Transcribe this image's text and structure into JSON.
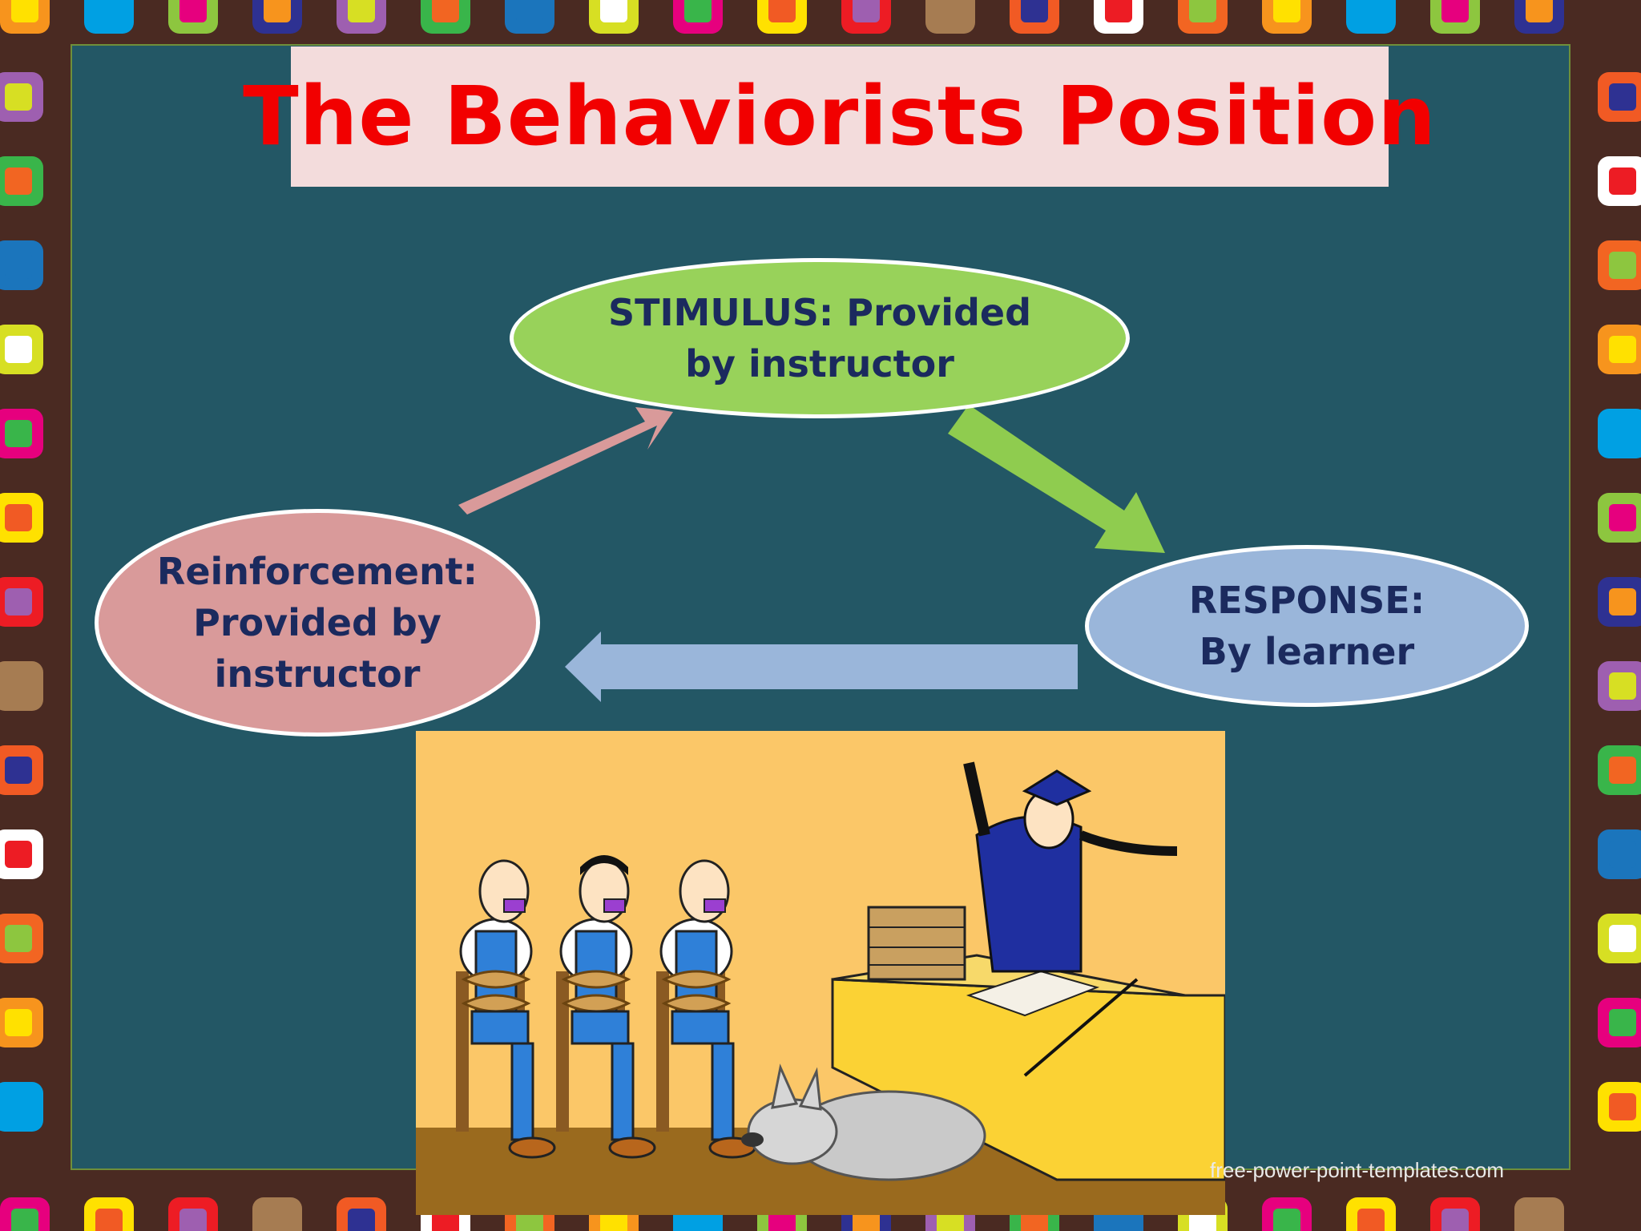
{
  "slide": {
    "title": "The Behaviorists Position",
    "colors": {
      "title": "#f20000",
      "title_box": "#f3dcdc",
      "board": "#235765",
      "frame": "#4a2a22",
      "node_text": "#1b2a5e"
    }
  },
  "diagram": {
    "nodes": [
      {
        "id": "stimulus",
        "label": "STIMULUS: Provided\nby instructor",
        "color": "#98d25a"
      },
      {
        "id": "response",
        "label": "RESPONSE:\nBy learner",
        "color": "#9ab6da"
      },
      {
        "id": "reinforcement",
        "label": "Reinforcement:\nProvided by\ninstructor",
        "color": "#d99a9a"
      }
    ],
    "edges": [
      {
        "from": "reinforcement",
        "to": "stimulus",
        "color": "#d99a9a"
      },
      {
        "from": "stimulus",
        "to": "response",
        "color": "#98d25a"
      },
      {
        "from": "response",
        "to": "reinforcement",
        "color": "#9ab6da"
      }
    ]
  },
  "illustration": {
    "subject": "cartoon-classroom"
  },
  "watermark": "free-power-point-templates.com"
}
